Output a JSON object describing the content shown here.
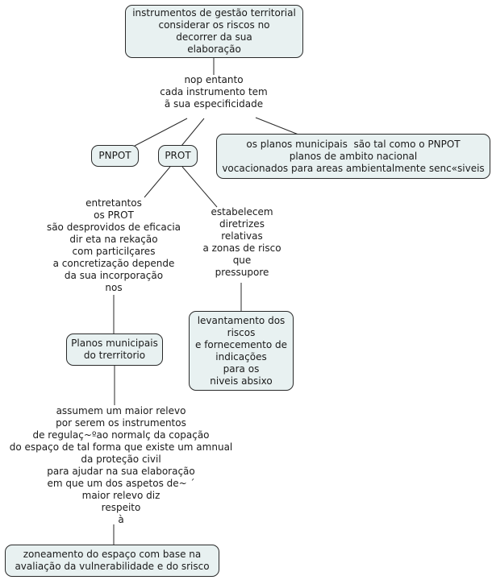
{
  "diagram": {
    "type": "concept-map",
    "language": "pt",
    "colors": {
      "background": "#ffffff",
      "node_fill": "#e8f1f1",
      "node_border": "#2a2a2a",
      "line": "#2a2a2a",
      "text": "#1a1a1a"
    },
    "nodes": {
      "root": {
        "text": "instrumentos de gestão territorial\nconsiderar os riscos no\ndecorrer da sua\nelaboração"
      },
      "nop_entanto": {
        "text": "nop entanto\ncada instrumento tem\nã sua especificidade"
      },
      "pnpot": {
        "text": "PNPOT"
      },
      "prot": {
        "text": "PROT"
      },
      "planos_ambito_nacional": {
        "text": "os planos municipais  são tal como o PNPOT\nplanos de ambito nacional\nvocacionados para areas ambientalmente senc«siveis"
      },
      "entretantos": {
        "text": "entretantos\nos PROT\nsão desprovidos de eficacia\ndir eta na rekação\ncom particilçares\na concretização depende\nda sua incorporação\nnos"
      },
      "estabelecem": {
        "text": "estabelecem\ndiretrizes\nrelativas\na zonas de risco\nque\npressupore"
      },
      "planos_municipais_territorio": {
        "text": "Planos municipais\ndo trerritorio"
      },
      "levantamento": {
        "text": "levantamento dos\nriscos\ne fornecemento de\nindicações\npara os\nniveis absixo"
      },
      "assumem": {
        "text": "assumem um maior relevo\npor serem os instrumentos\nde regulaç~ºao normalç da copação\ndo espaço de tal forma que existe um amnual\nda proteção civil\npara ajudar na sua elaboração\nem que um dos aspetos de~ ´\nmaior relevo diz\nrespeito\nà"
      },
      "zoneamento": {
        "text": "zoneamento do espaço com base na\navaliação da vulnerabilidade e do srisco"
      }
    }
  }
}
